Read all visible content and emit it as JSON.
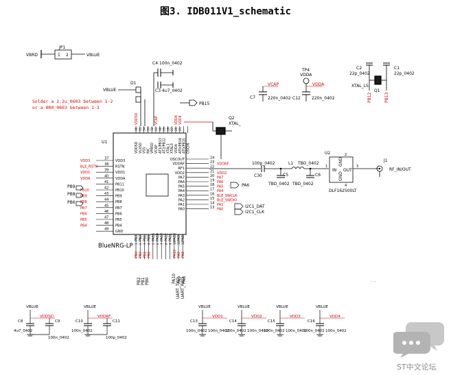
{
  "title": "图3. IDB011V1_schematic",
  "watermark": "ST中文论坛",
  "note": [
    "Solder a 2.2u_0603 between 1-2",
    "or a 0R0_0603 between 1-3"
  ],
  "ic": {
    "ref": "U1",
    "name": "BlueNRG-LP",
    "top_pins": [
      "VDDSD",
      "VLXSD",
      "VSS",
      "NIC",
      "VFBSD",
      "VCAP",
      "AT1/PB13",
      "AT2/PB12",
      "XTAL1",
      "XTAL0",
      "VDDA",
      "AT0/PB14",
      "AT0/PB15",
      "OSCIN"
    ],
    "top_nums": [
      "36",
      "35",
      "34",
      "33",
      "32",
      "31",
      "30",
      "29",
      "28",
      "27",
      "26",
      "25"
    ],
    "left_pins": [
      {
        "num": "37",
        "name": "VDD3",
        "net": "VDD3"
      },
      {
        "num": "38",
        "name": "RSTN",
        "net": "BLE_RSTN"
      },
      {
        "num": "39",
        "name": "VDD1",
        "net": "VDD1"
      },
      {
        "num": "40",
        "name": "VDDA",
        "net": "VDDA"
      },
      {
        "num": "41",
        "name": "PB11",
        "net": ""
      },
      {
        "num": "42",
        "name": "PB10",
        "net": "PB10"
      },
      {
        "num": "43",
        "name": "PB9",
        "net": "PB9"
      },
      {
        "num": "44",
        "name": "PB8",
        "net": "PB8"
      },
      {
        "num": "45",
        "name": "PB7",
        "net": "PB7"
      },
      {
        "num": "46",
        "name": "PB6",
        "net": "PB6"
      },
      {
        "num": "47",
        "name": "PB5",
        "net": "PB5"
      },
      {
        "num": "48",
        "name": "PB4",
        "net": "PB4"
      },
      {
        "num": "49",
        "name": "GND",
        "net": ""
      }
    ],
    "right_pins": [
      {
        "num": "24",
        "name": "OSCOUT",
        "net": ""
      },
      {
        "num": "23",
        "name": "VDDRF",
        "net": "VDDRF"
      },
      {
        "num": "22",
        "name": "RF1",
        "net": ""
      },
      {
        "num": "21",
        "name": "VDD2",
        "net": "VDD2"
      },
      {
        "num": "20",
        "name": "PA7",
        "net": "PA7"
      },
      {
        "num": "19",
        "name": "PA6",
        "net": "PA6"
      },
      {
        "num": "18",
        "name": "PA5",
        "net": "PA5"
      },
      {
        "num": "17",
        "name": "PA4",
        "net": "PA4"
      },
      {
        "num": "16",
        "name": "PA3",
        "net": "BLE_SWCLK"
      },
      {
        "num": "15",
        "name": "PA2",
        "net": "BLE_SWDIO"
      },
      {
        "num": "14",
        "name": "PA1",
        "net": "PA1"
      },
      {
        "num": "13",
        "name": "PA0",
        "net": "PA0"
      }
    ],
    "bottom_pins": [
      "PB3",
      "PB2",
      "PB1",
      "PB0",
      "PA15",
      "PA14",
      "PA13",
      "PA12",
      "PA11",
      "PA10",
      "PA9",
      "PA8"
    ],
    "bottom_nums": [
      "1",
      "2",
      "3",
      "4",
      "5",
      "6",
      "7",
      "8",
      "9",
      "10",
      "11",
      "12"
    ],
    "bottom_nets": [
      "PB3",
      "PB2",
      "PB1",
      "PB0",
      "",
      "",
      "",
      "",
      "",
      "PA10",
      "PA9",
      "PA8"
    ]
  },
  "left_offpage": [
    "PB9",
    "PB8",
    "PB6"
  ],
  "right_offpage": [
    {
      "label": "PA6",
      "net": "PA6"
    },
    {
      "label": "I2C1_DAT",
      "net": "PA1"
    },
    {
      "label": "I2C1_CLK",
      "net": "PA0"
    }
  ],
  "bottom_offpage": [
    "PB2",
    "PB1",
    "PB0",
    "PA10",
    "PA9",
    "PA8",
    "UART_TXD",
    "UART_RXD"
  ],
  "jp1": {
    "ref": "JP1",
    "left_net": "VBRD",
    "right_net": "VBLUE",
    "pin1": "1",
    "pin2": "2"
  },
  "d1": {
    "ref": "D1",
    "net": "VBLUE"
  },
  "c4": {
    "ref": "C4",
    "value": "100n_0402"
  },
  "c3": {
    "ref": "C3",
    "value": "4u7_0402"
  },
  "pb15": "PB15",
  "q2": {
    "ref": "Q2",
    "label": "XTAL_"
  },
  "c7": {
    "ref": "C7",
    "value": "220n_0402",
    "net": "VCAP"
  },
  "tp4": {
    "ref": "TP4",
    "net": "VDDA"
  },
  "c12": {
    "ref": "C12",
    "value": "220n_0402",
    "net": "VDDA"
  },
  "c2": {
    "ref": "C2",
    "value": "22p_0402"
  },
  "c1": {
    "ref": "C1",
    "value": "22p_0402"
  },
  "q1": {
    "ref": "Q1",
    "label": "XTAL_LS"
  },
  "pb12": "PB12",
  "pb13": "PB13",
  "rf": {
    "c30": {
      "ref": "C30",
      "value": "100p_0402"
    },
    "l1": {
      "ref": "L1",
      "value": "TBD_0402"
    },
    "c5": {
      "ref": "C5",
      "value": "TBD_0402"
    },
    "c6": {
      "ref": "C6",
      "value": "TBD_0402"
    },
    "u2": {
      "ref": "U2",
      "part": "DLF162500LT",
      "in": "IN",
      "out": "OUT",
      "gnd": "GND",
      "p1": "1",
      "p3": "3",
      "p2": "2",
      "p4": "4"
    },
    "j1": {
      "ref": "J1",
      "net": "RF_IN/OUT"
    }
  },
  "bottom_caps": [
    {
      "supply": "VBLUE",
      "net": "VDDSD",
      "cap1": "C8",
      "val1": "4u7_0402",
      "cap2": "C9",
      "val2": "100n_0402"
    },
    {
      "supply": "VBLUE",
      "net": "VDDRF",
      "cap1": "C10",
      "val1": "100n_0402",
      "cap2": "C11",
      "val2": "100p_0402"
    },
    {
      "supply": "VBLUE",
      "net": "VDD1",
      "cap1": "C13",
      "val1": "100n_0402"
    },
    {
      "supply": "VBLUE",
      "net": "VDD2",
      "cap1": "C14",
      "val1": "100n_0402"
    },
    {
      "supply": "VBLUE",
      "net": "VDD3",
      "cap1": "C15",
      "val1": "100n_0402"
    },
    {
      "supply": "VBLUE",
      "net": "VDD4",
      "cap1": "C16",
      "val1": "100n_0402"
    }
  ],
  "colors": {
    "wire": "#000000",
    "net": "#cc0000",
    "ic_fill": "#ffffff",
    "note": "#e00000",
    "watermark": "#b8b8b8"
  }
}
